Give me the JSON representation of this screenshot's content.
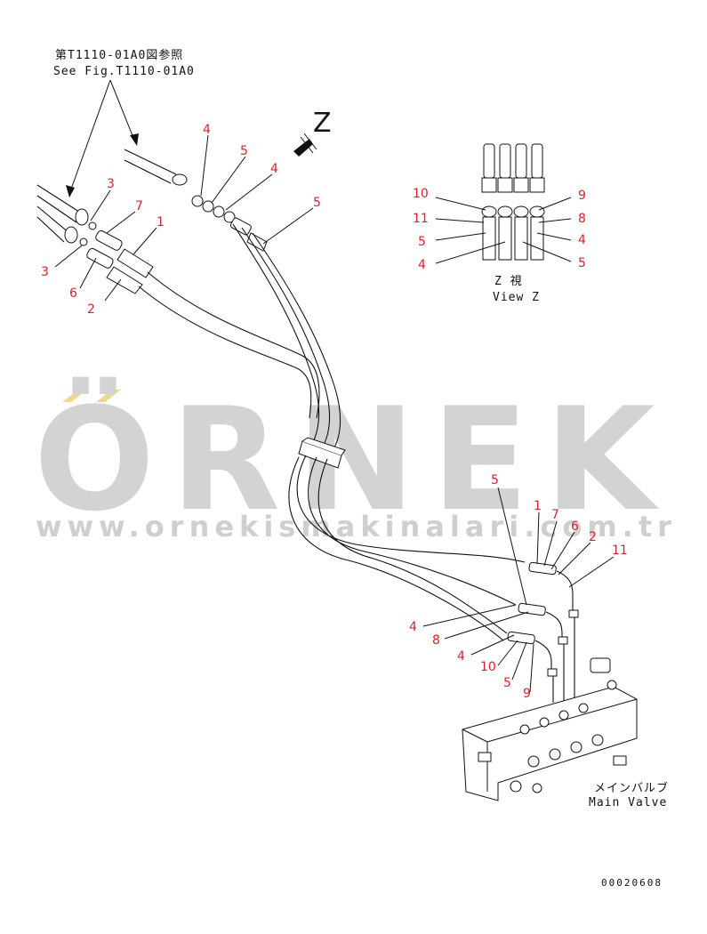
{
  "reference": {
    "jp": "第T1110-01A0図参照",
    "en": "See Fig.T1110-01A0"
  },
  "view_marker": "Z",
  "view_z": {
    "caption_jp": "Z 視",
    "caption_en": "View Z",
    "callouts": [
      "10",
      "11",
      "5",
      "4",
      "9",
      "8",
      "4",
      "5"
    ]
  },
  "upper_callouts": [
    "3",
    "7",
    "1",
    "3",
    "6",
    "2",
    "4",
    "5",
    "4",
    "5"
  ],
  "lower_callouts": [
    "5",
    "1",
    "7",
    "6",
    "2",
    "11",
    "4",
    "8",
    "4",
    "10",
    "5",
    "9"
  ],
  "main_valve": {
    "jp": "メインバルブ",
    "en": "Main Valve"
  },
  "drawing_number": "00020608",
  "watermark": {
    "letters": "ÖRNEK",
    "url": "www.ornekismakinalari.com.tr"
  },
  "colors": {
    "callout": "#d9232a",
    "line": "#111111",
    "watermark": "#d4d3d3",
    "watermark_accent": "#f1d88a"
  }
}
